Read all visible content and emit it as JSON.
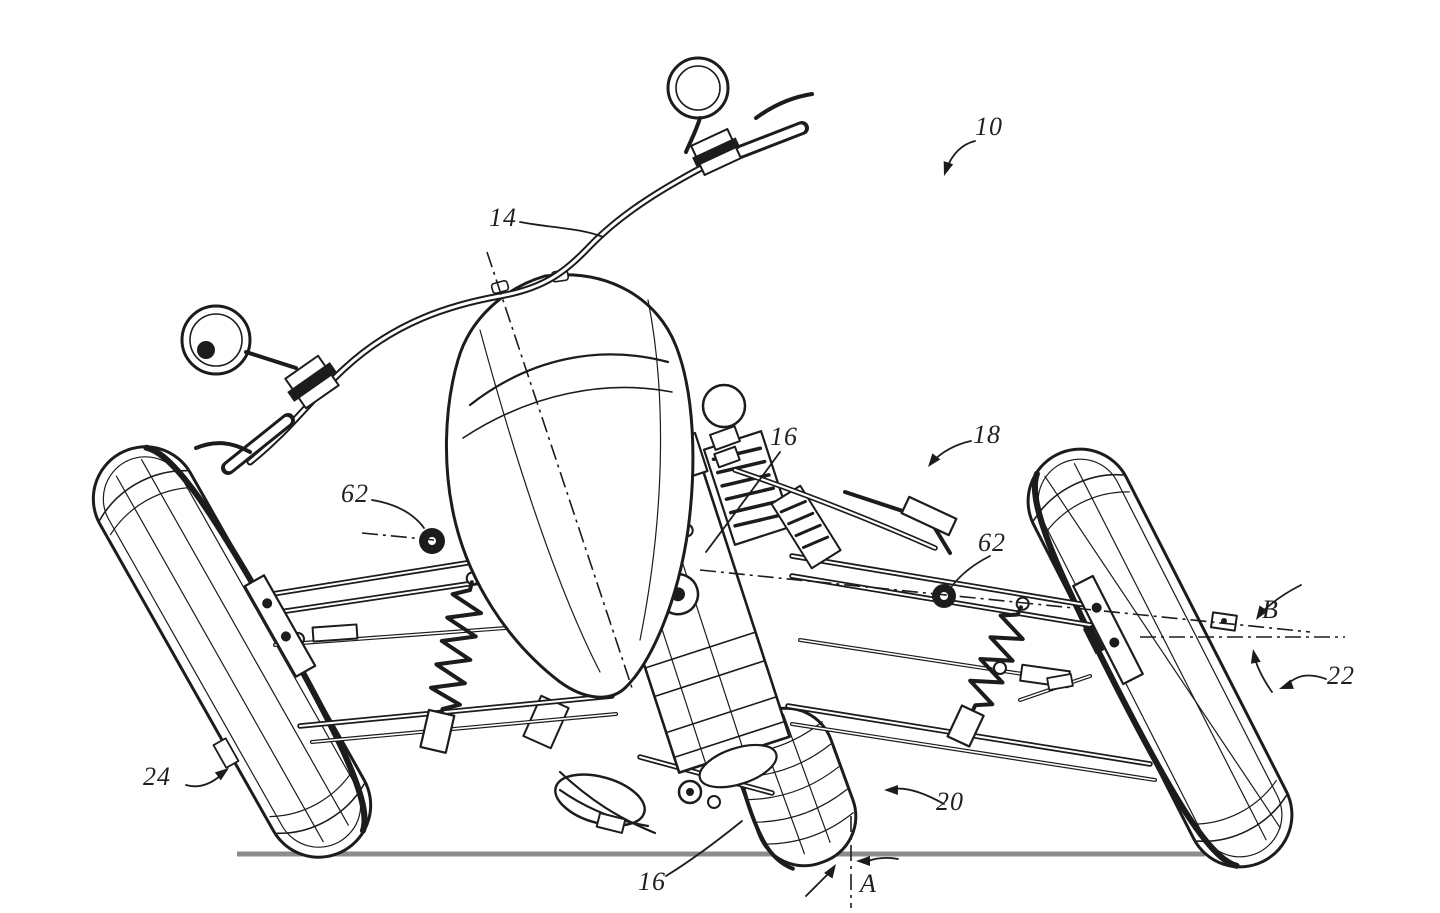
{
  "figure": {
    "kind": "patent-line-drawing",
    "description": "Tilting three-wheeled motorcycle shown leaning, perspective front view",
    "colors": {
      "background": "#ffffff",
      "ink": "#1c1c1c",
      "ground_line": "#8c8c8c"
    },
    "labels": [
      {
        "text": "10",
        "refers_to": "vehicle-overall"
      },
      {
        "text": "14",
        "refers_to": "handlebar"
      },
      {
        "text": "16",
        "refers_to": "steering-assembly-upper"
      },
      {
        "text": "18",
        "refers_to": "front-suspension-right"
      },
      {
        "text": "62",
        "refers_to": "tilt-linkage-pivot-left"
      },
      {
        "text": "62",
        "refers_to": "tilt-linkage-pivot-right"
      },
      {
        "text": "B",
        "refers_to": "axis-angle-B"
      },
      {
        "text": "22",
        "refers_to": "front-wheel-right"
      },
      {
        "text": "24",
        "refers_to": "front-wheel-left"
      },
      {
        "text": "20",
        "refers_to": "rear-wheel-assembly"
      },
      {
        "text": "16",
        "refers_to": "steering-assembly-lower"
      },
      {
        "text": "A",
        "refers_to": "lean-angle-A"
      }
    ]
  }
}
